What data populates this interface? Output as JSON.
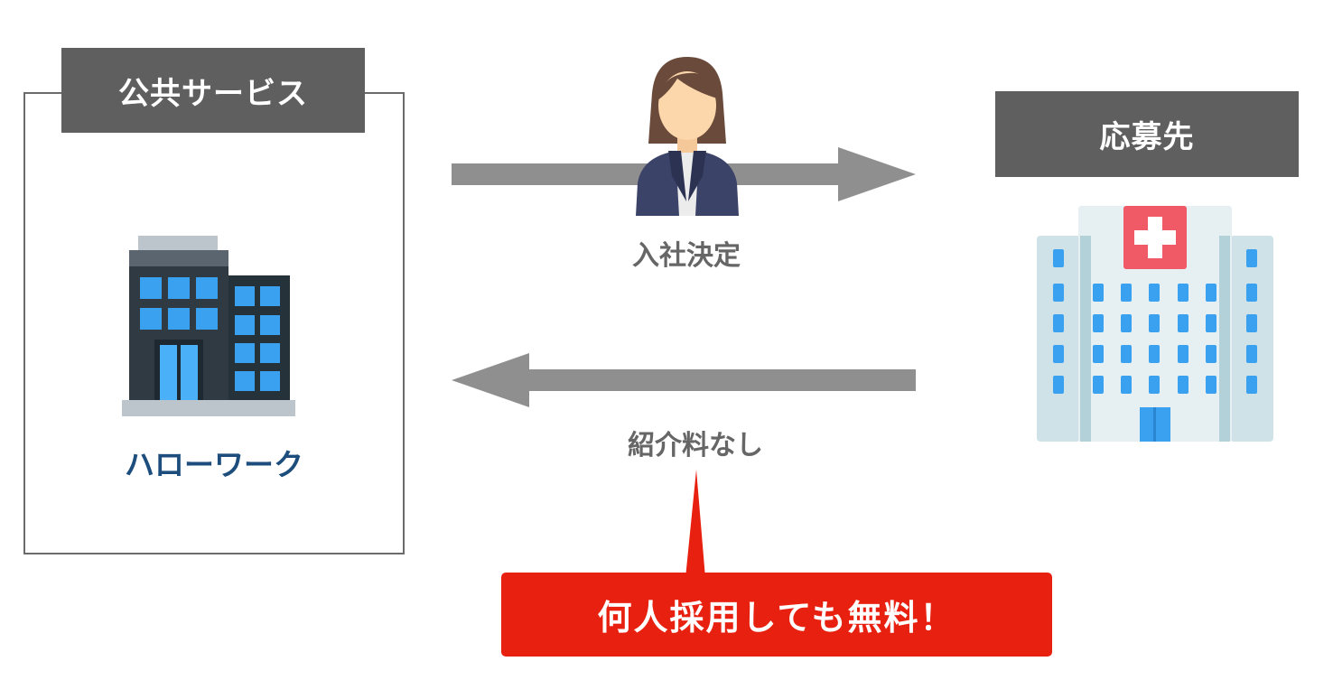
{
  "public_service": {
    "heading": "公共サービス",
    "agency_name": "ハローワーク",
    "icon": "office-building-icon"
  },
  "recipient": {
    "heading": "応募先",
    "icon": "hospital-building-icon"
  },
  "flows": {
    "hire_label": "入社決定",
    "fee_label": "紹介料なし",
    "person_icon": "businesswoman-icon"
  },
  "callout": {
    "text": "何人採用しても無料！"
  },
  "colors": {
    "label_bg": "#5f5f5f",
    "arrow": "#8f8f8f",
    "agency_text": "#1c4d7c",
    "callout_bg": "#e8200f"
  }
}
